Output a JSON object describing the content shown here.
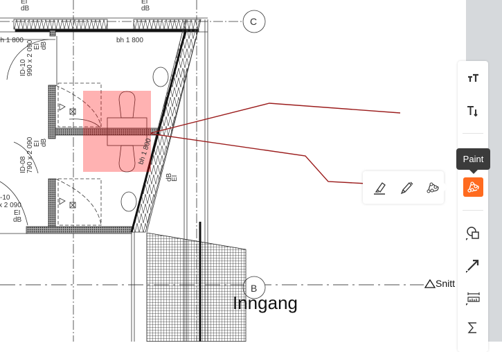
{
  "drawing": {
    "grid_labels": {
      "c": "C",
      "b": "B"
    },
    "room_label": "Inngang",
    "section_label": "Snitt",
    "texts": {
      "ei": "EI",
      "db": "dB",
      "bh_1800": "bh 1 800",
      "door_id10": "ID-10",
      "door_id10_size": "990 x 2 090",
      "door_id08": "ID-08",
      "door_id08_size": "790 x 2 090",
      "door_partial_id": "-10",
      "door_partial_size": "x 2 090"
    },
    "markup_color": "#9b1c1c",
    "highlight_color": "#ff8080"
  },
  "toolbar": {
    "items": [
      {
        "name": "text-size",
        "icon": "text-size-icon"
      },
      {
        "name": "text-flow",
        "icon": "text-direction-icon"
      },
      {
        "name": "paint",
        "icon": "paint-path-icon",
        "active": true
      },
      {
        "name": "shapes",
        "icon": "shapes-icon"
      },
      {
        "name": "arrow",
        "icon": "arrow-icon"
      },
      {
        "name": "measure",
        "icon": "ruler-icon"
      },
      {
        "name": "sum",
        "icon": "sigma-icon"
      }
    ],
    "tooltip": "Paint",
    "accent": "#ff6b1f"
  },
  "paint_popover": {
    "items": [
      {
        "name": "highlighter",
        "icon": "highlighter-icon"
      },
      {
        "name": "pen",
        "icon": "pen-icon"
      },
      {
        "name": "path",
        "icon": "path-icon"
      }
    ]
  }
}
